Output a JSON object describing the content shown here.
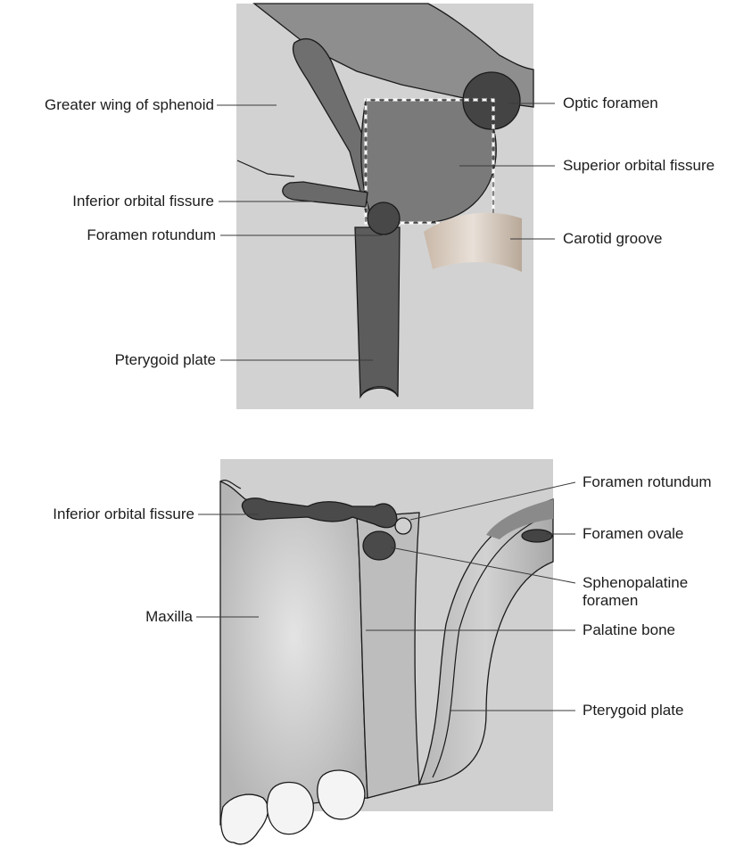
{
  "top_panel": {
    "labels": {
      "greater_wing": "Greater wing of sphenoid",
      "inferior_fissure": "Inferior orbital fissure",
      "foramen_rotundum": "Foramen rotundum",
      "pterygoid_plate": "Pterygoid plate",
      "optic_foramen": "Optic foramen",
      "superior_fissure": "Superior orbital fissure",
      "carotid_groove": "Carotid groove"
    }
  },
  "bottom_panel": {
    "labels": {
      "inferior_fissure": "Inferior orbital fissure",
      "maxilla": "Maxilla",
      "foramen_rotundum": "Foramen rotundum",
      "foramen_ovale": "Foramen ovale",
      "sphenopalatine_line1": "Sphenopalatine",
      "sphenopalatine_line2": "foramen",
      "palatine_bone": "Palatine bone",
      "pterygoid_plate": "Pterygoid plate"
    }
  },
  "colors": {
    "panel_bg": "#cfcfcf",
    "bone_mid": "#9a9a9a",
    "dark_structure": "#555555",
    "darkest": "#3e3e3e"
  }
}
